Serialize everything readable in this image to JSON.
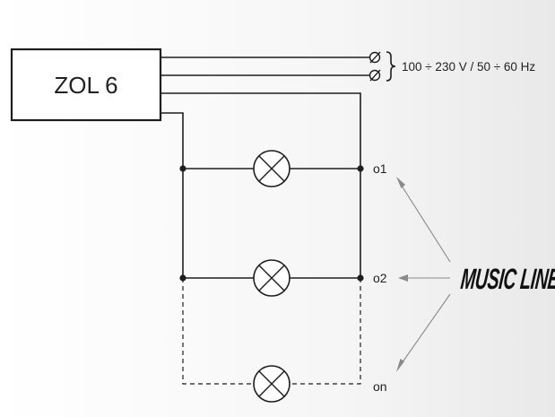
{
  "device": {
    "name": "ZOL 6"
  },
  "supply": {
    "label": "100 ÷ 230 V  / 50 ÷ 60 Hz"
  },
  "outputs": [
    {
      "label": "o1"
    },
    {
      "label": "o2"
    },
    {
      "label": "on"
    }
  ],
  "brand": {
    "label": "MUSIC LINE"
  }
}
